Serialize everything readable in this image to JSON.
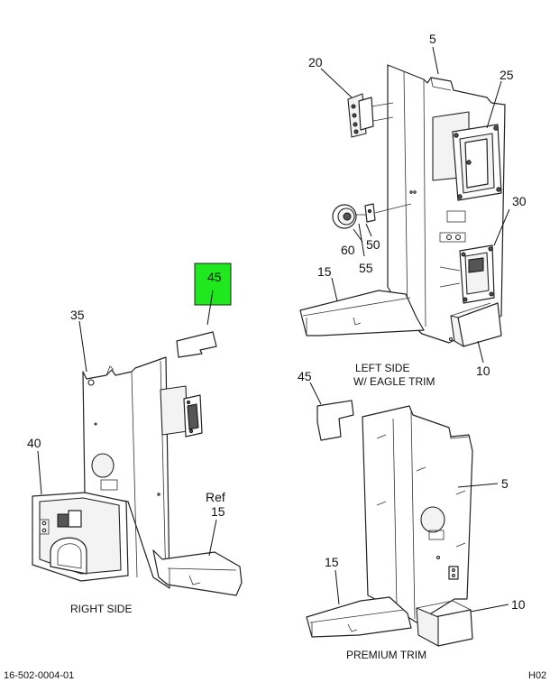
{
  "callouts": {
    "c5_top": "5",
    "c20": "20",
    "c25": "25",
    "c30": "30",
    "c60": "60",
    "c50": "50",
    "c55": "55",
    "c15_left": "15",
    "c10_left": "10",
    "c45_highlight": "45",
    "c35": "35",
    "c40": "40",
    "c_ref": "Ref",
    "c15_ref": "15",
    "c45_premium": "45",
    "c5_premium": "5",
    "c15_premium": "15",
    "c10_premium": "10"
  },
  "captions": {
    "left_side_line1": "LEFT SIDE",
    "left_side_line2": "W/ EAGLE TRIM",
    "right_side": "RIGHT SIDE",
    "premium_trim": "PREMIUM TRIM"
  },
  "footer": {
    "drawing_number": "16-502-0004-01",
    "sheet_code": "H02"
  },
  "colors": {
    "highlight": "#1fe81f",
    "line": "#222222"
  }
}
